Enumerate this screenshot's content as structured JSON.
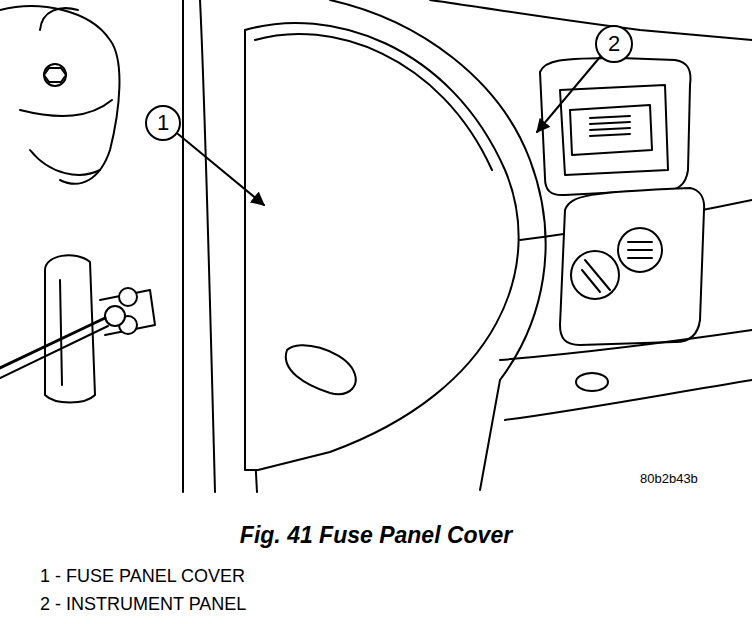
{
  "diagram": {
    "caption": "Fig. 41 Fuse Panel Cover",
    "labels": [
      "1",
      "2",
      "80b2b43b",
      "1 - FUSE PANEL COVER",
      "2 - INSTRUMENT PANEL"
    ]
  }
}
